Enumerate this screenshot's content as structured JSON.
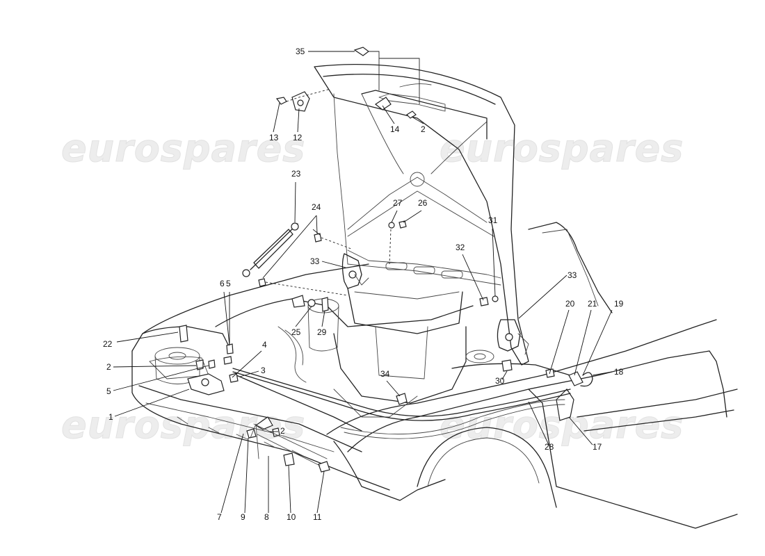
{
  "watermark": "eurospares",
  "callouts": [
    {
      "key": "c1",
      "text": "1"
    },
    {
      "key": "c2a",
      "text": "2"
    },
    {
      "key": "c2b",
      "text": "2"
    },
    {
      "key": "c2c",
      "text": "2"
    },
    {
      "key": "c3",
      "text": "3"
    },
    {
      "key": "c4",
      "text": "4"
    },
    {
      "key": "c5a",
      "text": "5"
    },
    {
      "key": "c5b",
      "text": "5"
    },
    {
      "key": "c6",
      "text": "6"
    },
    {
      "key": "c7",
      "text": "7"
    },
    {
      "key": "c8",
      "text": "8"
    },
    {
      "key": "c9",
      "text": "9"
    },
    {
      "key": "c10",
      "text": "10"
    },
    {
      "key": "c11",
      "text": "11"
    },
    {
      "key": "c12",
      "text": "12"
    },
    {
      "key": "c13",
      "text": "13"
    },
    {
      "key": "c14",
      "text": "14"
    },
    {
      "key": "c17",
      "text": "17"
    },
    {
      "key": "c18",
      "text": "18"
    },
    {
      "key": "c19",
      "text": "19"
    },
    {
      "key": "c20",
      "text": "20"
    },
    {
      "key": "c21",
      "text": "21"
    },
    {
      "key": "c22",
      "text": "22"
    },
    {
      "key": "c23",
      "text": "23"
    },
    {
      "key": "c24",
      "text": "24"
    },
    {
      "key": "c25",
      "text": "25"
    },
    {
      "key": "c26",
      "text": "26"
    },
    {
      "key": "c27",
      "text": "27"
    },
    {
      "key": "c28",
      "text": "28"
    },
    {
      "key": "c29",
      "text": "29"
    },
    {
      "key": "c30",
      "text": "30"
    },
    {
      "key": "c31",
      "text": "31"
    },
    {
      "key": "c32",
      "text": "32"
    },
    {
      "key": "c33a",
      "text": "33"
    },
    {
      "key": "c33b",
      "text": "33"
    },
    {
      "key": "c34",
      "text": "34"
    },
    {
      "key": "c35",
      "text": "35"
    }
  ]
}
